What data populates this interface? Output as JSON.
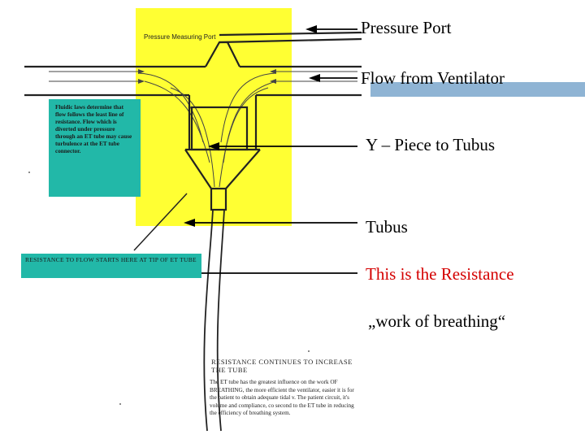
{
  "diagram": {
    "pressure_measuring_port_caption": "Pressure Measuring Port",
    "fluidic_note": "Fluidic laws determine that flow follows the least line of resistance. Flow which is diverted under pressure through an ET tube may cause turbulence at the ET tube connector.",
    "resistance_banner": "RESISTANCE TO FLOW STARTS HERE AT TIP OF ET TUBE",
    "resistance_continues_heading": "RESISTANCE CONTINUES TO INCREASE THE TUBE",
    "resistance_continues_body": "The ET tube has the greatest influence on the work OF BREATHING, the more efficient the ventilator, easier it is for the patient to obtain adequate tidal v. The patient circuit, it's volume and compliance, co second to the ET tube in reducing the efficiency of breathing system.",
    "labels": {
      "pressure_port": "Pressure Port",
      "flow_from_ventilator": "Flow from Ventilator",
      "y_piece": "Y – Piece to Tubus",
      "tubus": "Tubus",
      "resistance": "This is the Resistance",
      "work_of_breathing": "„work of breathing“"
    },
    "colors": {
      "yellow": "#ffff33",
      "teal": "#22b8a8",
      "blue_accent": "#8fb4d4",
      "red": "#d40000"
    }
  }
}
